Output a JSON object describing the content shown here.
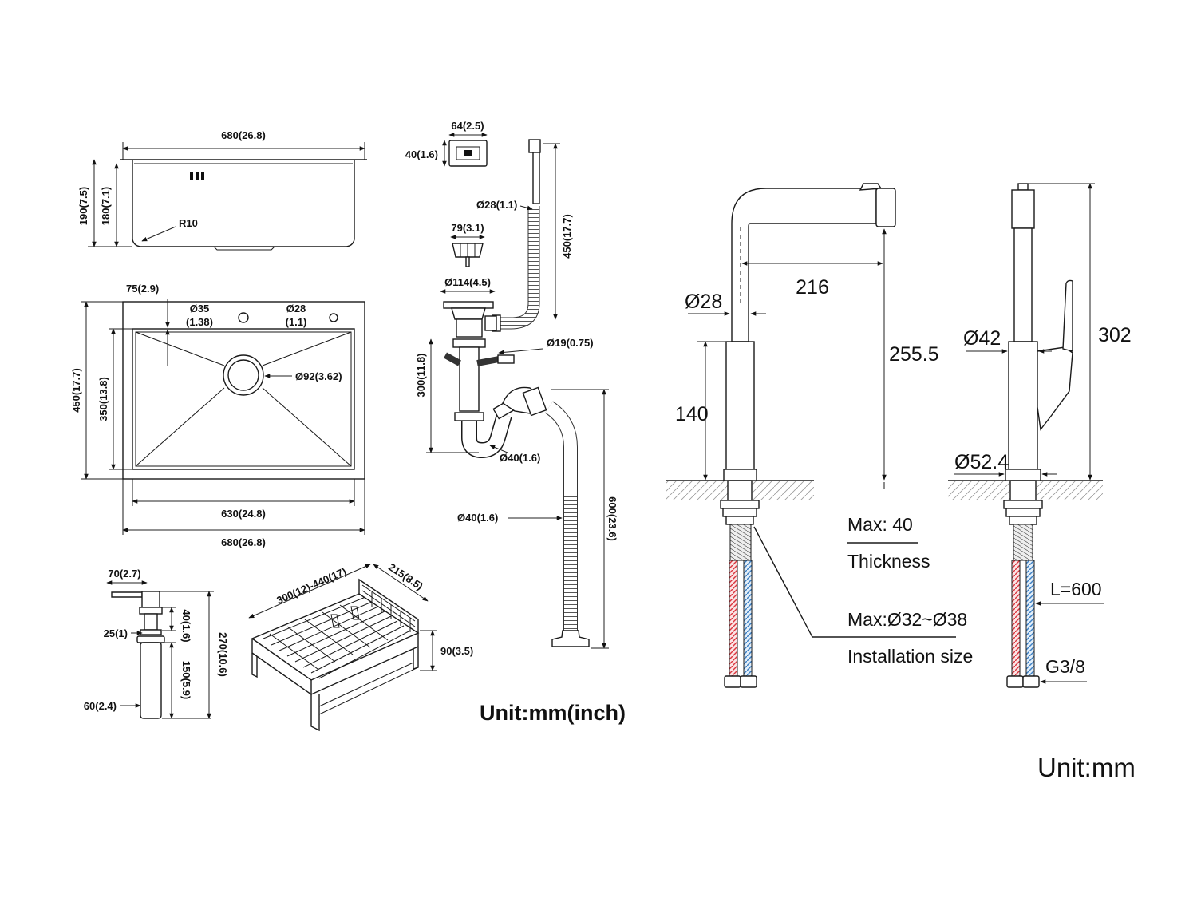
{
  "sink_side": {
    "width": "680(26.8)",
    "height_outer": "190(7.5)",
    "height_inner": "180(7.1)",
    "radius": "R10"
  },
  "sink_top": {
    "offset": "75(2.9)",
    "hole1_d": "Ø35",
    "hole1_in": "(1.38)",
    "hole2_d": "Ø28",
    "hole2_in": "(1.1)",
    "drain_d": "Ø92(3.62)",
    "depth_outer": "450(17.7)",
    "depth_inner": "350(13.8)",
    "width_inner": "630(24.8)",
    "width_outer": "680(26.8)"
  },
  "overflow": {
    "width": "64(2.5)",
    "height": "40(1.6)"
  },
  "drain": {
    "overflow_tube_d": "Ø28(1.1)",
    "strainer_d": "79(3.1)",
    "flange_d": "Ø114(4.5)",
    "overflow_tube_len": "450(17.7)",
    "branch_d": "Ø19(0.75)",
    "trap_height": "300(11.8)",
    "pipe_d1": "Ø40(1.6)",
    "pipe_d2": "Ø40(1.6)",
    "hose_len": "600(23.6)"
  },
  "dispenser": {
    "nozzle": "70(2.7)",
    "pump_h": "40(1.6)",
    "neck": "25(1)",
    "bottle_h": "150(5.9)",
    "total_h": "270(10.6)",
    "bottle_d": "60(2.4)"
  },
  "basket": {
    "length": "300(12)-440(17)",
    "width": "215(8.5)",
    "height": "90(3.5)"
  },
  "unit_left": "Unit:mm(inch)",
  "faucet": {
    "spout_d": "Ø28",
    "reach": "216",
    "spout_h": "255.5",
    "body_h": "140",
    "body_d": "Ø42",
    "total_h": "302",
    "base_d": "Ø52.4",
    "max_thickness": "Max: 40",
    "thickness_label": "Thickness",
    "max_install": "Max:Ø32~Ø38",
    "install_label": "Installation size",
    "hose_len": "L=600",
    "thread": "G3/8"
  },
  "unit_right": "Unit:mm",
  "colors": {
    "line": "#1a1a1a",
    "hot": "#d9363e",
    "cold": "#3b7fc4"
  }
}
